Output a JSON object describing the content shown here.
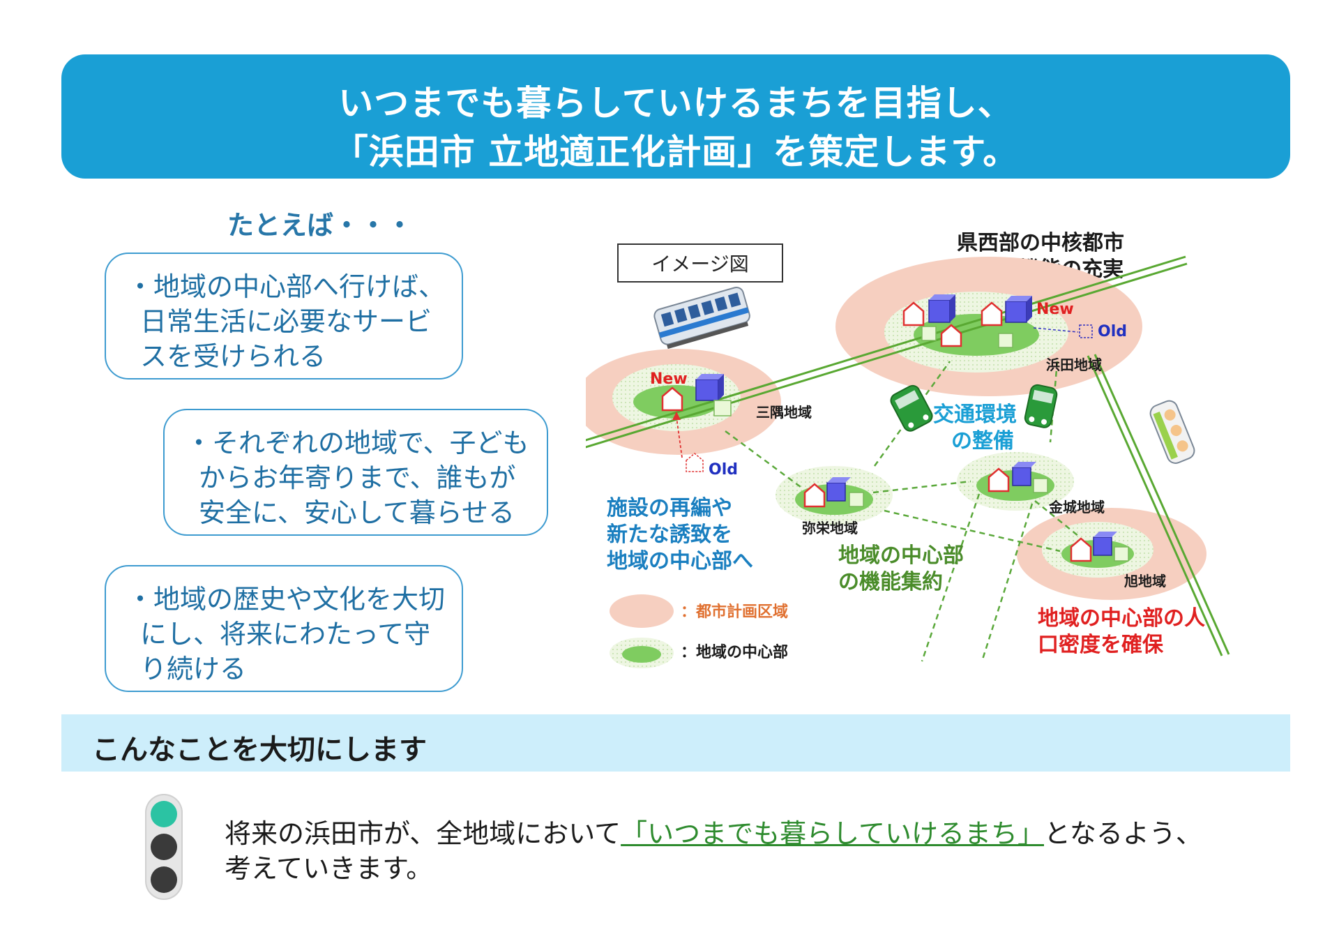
{
  "banner": {
    "line1": "いつまでも暮らしていけるまちを目指し、",
    "line2": "「浜田市 立地適正化計画」を策定します。"
  },
  "left": {
    "heading": "たとえば・・・",
    "boxes": [
      {
        "text": "・地域の中心部へ行けば、日常生活に必要なサービスを受けられる"
      },
      {
        "text": "・それぞれの地域で、子どもからお年寄りまで、誰もが安全に、安心して暮らせる"
      },
      {
        "text": "・地域の歴史や文化を大切にし、将来にわたって守り続ける"
      }
    ]
  },
  "diagram": {
    "image_label": "イメージ図",
    "core_city_line1": "県西部の中核都市",
    "core_city_line2": "として機能の充実",
    "areas": {
      "hamada": "浜田地域",
      "misumi": "三隅地域",
      "yasaka": "弥栄地域",
      "kanagi": "金城地域",
      "asahi": "旭地域"
    },
    "new_label": "New",
    "old_label": "Old",
    "transport_line1": "交通環境",
    "transport_line2": "の整備",
    "facility_line1": "施設の再編や",
    "facility_line2": "新たな誘致を",
    "facility_line3": "地域の中心部へ",
    "function_line1": "地域の中心部",
    "function_line2": "の機能集約",
    "density_line1": "地域の中心部の人",
    "density_line2": "口密度を確保",
    "legend_city": "：都市計画区域",
    "legend_center": "：地域の中心部",
    "colors": {
      "city_area": "#f6cfc0",
      "center": "#7fcc60",
      "rail": "#59a832",
      "building": "#5a5ae8",
      "accent_red": "#e02020",
      "accent_blue": "#1a7fc0",
      "accent_green": "#4a8c2a"
    }
  },
  "section": {
    "heading": "こんなことを大切にします"
  },
  "footer": {
    "prefix": "将来の浜田市が、全地域において",
    "highlight": "「いつまでも暮らしていけるまち」",
    "suffix": "となるよう、",
    "line2": "考えていきます。"
  }
}
